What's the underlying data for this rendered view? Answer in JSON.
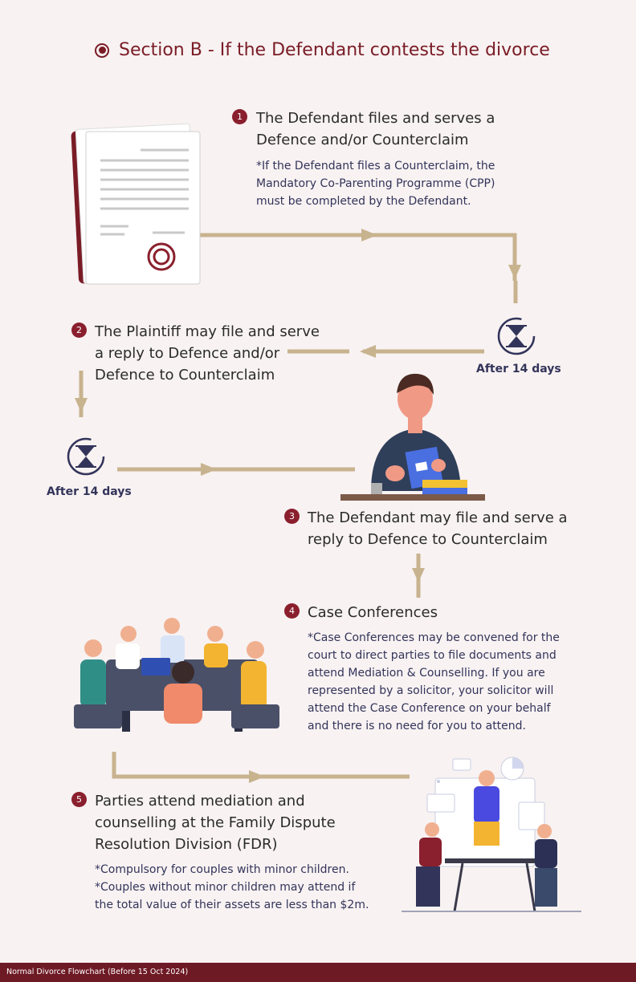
{
  "title": "Section B - If the Defendant contests the divorce",
  "steps": [
    {
      "num": "1",
      "line1": "The Defendant files and serves a",
      "line2": "Defence and/or Counterclaim",
      "note": [
        "*If the Defendant files a Counterclaim, the",
        "Mandatory Co-Parenting Programme (CPP)",
        "must be completed by the Defendant."
      ]
    },
    {
      "num": "2",
      "line1": "The Plaintiff may file and serve",
      "line2": "a reply to Defence and/or",
      "line3": "Defence to Counterclaim"
    },
    {
      "num": "3",
      "line1": "The Defendant may file and serve a",
      "line2": "reply to Defence to Counterclaim"
    },
    {
      "num": "4",
      "line1": "Case Conferences",
      "note": [
        "*Case Conferences may be convened for the",
        "court to direct parties to file documents and",
        "attend Mediation & Counselling. If you are",
        "represented by a solicitor, your solicitor will",
        "attend the Case Conference on your behalf",
        "and there is no need for you to attend."
      ]
    },
    {
      "num": "5",
      "line1": "Parties attend mediation and",
      "line2": "counselling at the Family Dispute",
      "line3": "Resolution Division (FDR)",
      "note": [
        "*Compulsory for couples with minor children.",
        "*Couples without minor children may attend if",
        "the total value of their assets are less than $2m."
      ]
    }
  ],
  "waits": {
    "first": "After 14 days",
    "second": "After 14 days"
  },
  "footer": "Normal Divorce Flowchart (Before 15 Oct 2024)",
  "colors": {
    "accent": "#7a1c26",
    "connector": "#c8b38f",
    "note_text": "#33345a"
  }
}
